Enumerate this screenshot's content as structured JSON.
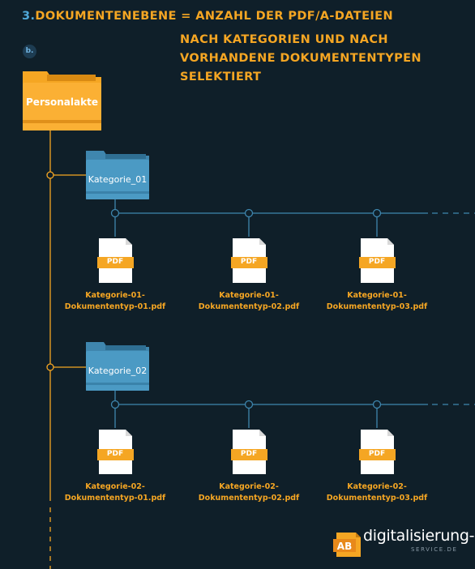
{
  "heading": {
    "number": "3.",
    "line1": "DOKUMENTENEBENE = ANZAHL DER PDF/A-DATEIEN",
    "line2": "NACH KATEGORIEN UND NACH",
    "line3": "VORHANDENE DOKUMENTENTYPEN",
    "line4": "SELEKTIERT"
  },
  "badge": "b.",
  "root": {
    "label": "Personalakte"
  },
  "categories": [
    {
      "label": "Kategorie_01",
      "documents": [
        {
          "tag": "PDF",
          "line1": "Kategorie-01-",
          "line2": "Dokumententyp-01.pdf"
        },
        {
          "tag": "PDF",
          "line1": "Kategorie-01-",
          "line2": "Dokumententyp-02.pdf"
        },
        {
          "tag": "PDF",
          "line1": "Kategorie-01-",
          "line2": "Dokumententyp-03.pdf"
        }
      ]
    },
    {
      "label": "Kategorie_02",
      "documents": [
        {
          "tag": "PDF",
          "line1": "Kategorie-02-",
          "line2": "Dokumententyp-01.pdf"
        },
        {
          "tag": "PDF",
          "line1": "Kategorie-02-",
          "line2": "Dokumententyp-02.pdf"
        },
        {
          "tag": "PDF",
          "line1": "Kategorie-02-",
          "line2": "Dokumententyp-03.pdf"
        }
      ]
    }
  ],
  "brand": {
    "mark": "AB",
    "name": "digitalisierung-",
    "sub": "SERVICE.DE"
  },
  "colors": {
    "background": "#0f1f29",
    "accent": "#f5a623",
    "folder_blue": "#4b9ac4",
    "line_blue": "#3f86ae"
  }
}
